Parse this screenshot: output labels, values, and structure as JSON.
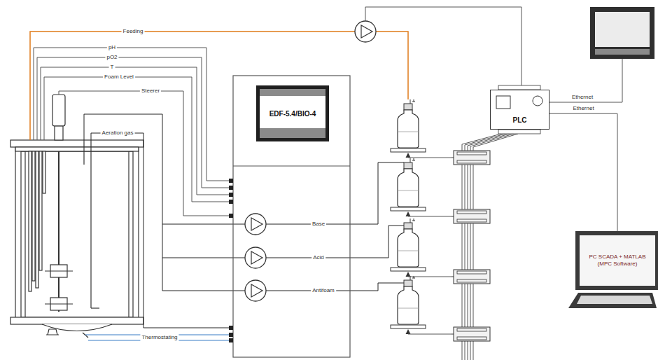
{
  "diagram": {
    "nodes": [
      {
        "text": [
          "EDF-5.4/BIO-4"
        ]
      },
      {
        "text": [
          "PLC"
        ]
      },
      {
        "text": [
          "PC SCADA + MATLAB (MPC Software)"
        ]
      }
    ],
    "edges": [
      {
        "from": 1,
        "to": 2,
        "arrow": "none",
        "label": "Ethernet"
      }
    ],
    "labels": [
      "Feeding",
      "pH",
      "pO2",
      "T",
      "Foam Level",
      "Steerer",
      "Aeration gas",
      "Base",
      "Acid",
      "Antifoam",
      "Thermostating",
      "Ethernet"
    ]
  }
}
